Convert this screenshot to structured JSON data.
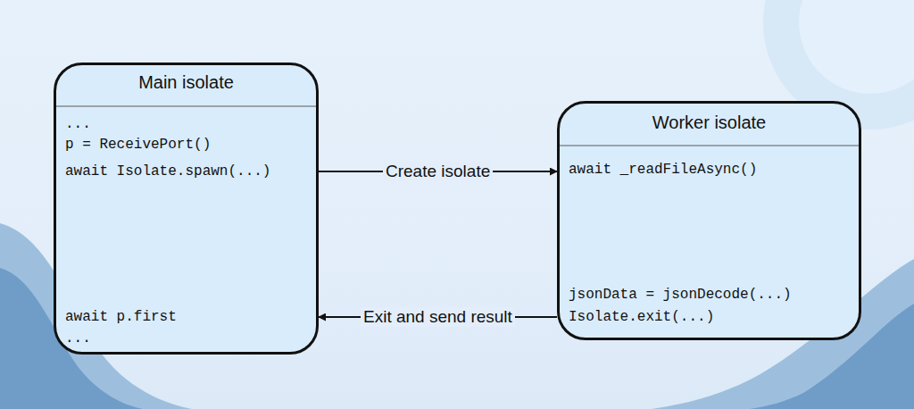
{
  "diagram": {
    "nodes": [
      {
        "text": [
          "Main isolate",
          "...",
          "p = ReceivePort()",
          "await Isolate.spawn(...)",
          "await p.first",
          "..."
        ]
      },
      {
        "text": [
          "Worker isolate",
          "await _readFileAsync()",
          "jsonData = jsonDecode(...)",
          "Isolate.exit(...)"
        ]
      }
    ],
    "edges": [
      {
        "from": 0,
        "to": 1,
        "label": "Create isolate",
        "arrow": "to"
      },
      {
        "from": 1,
        "to": 0,
        "label": "Exit and send result",
        "arrow": "to"
      }
    ]
  }
}
